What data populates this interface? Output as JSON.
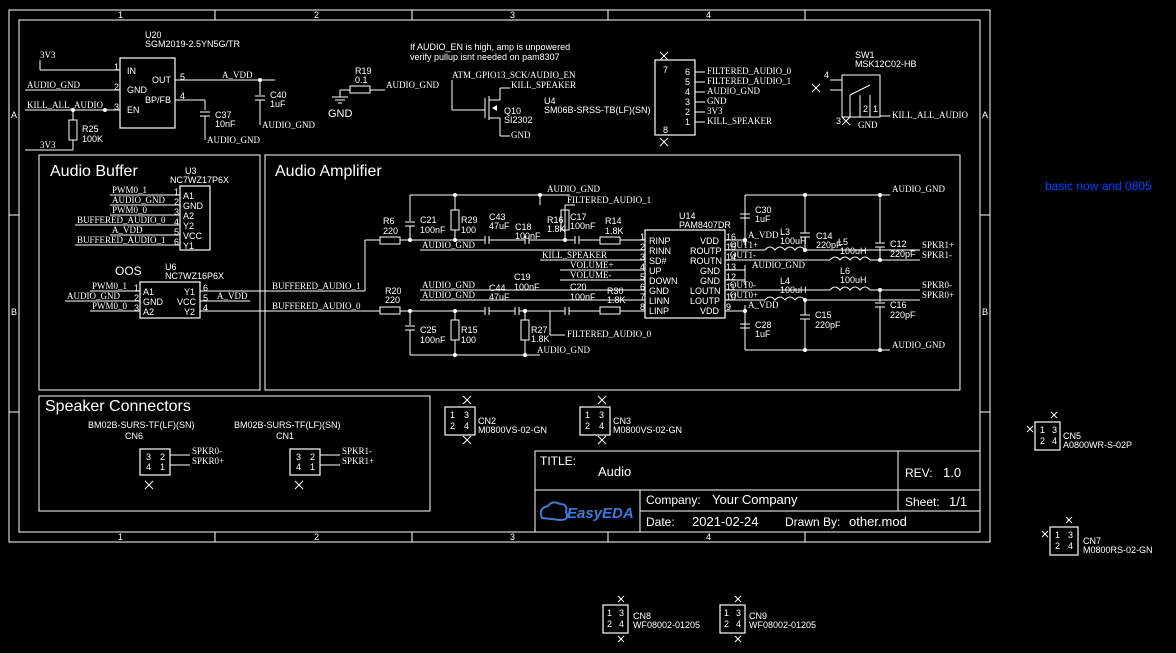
{
  "border": {
    "cols": [
      "1",
      "2",
      "3",
      "4"
    ],
    "rows": [
      "A",
      "B"
    ]
  },
  "notes": {
    "side_note": "basic now and 0805",
    "enable_note_1": "If AUDIO_EN is high, amp is unpowered",
    "enable_note_2": "verify pullup isnt needed on pam8307"
  },
  "sections": {
    "audio_buffer": "Audio Buffer",
    "audio_amplifier": "Audio Amplifier",
    "speaker_connectors": "Speaker Connectors"
  },
  "title_block": {
    "title_label": "TITLE:",
    "title": "Audio",
    "rev_label": "REV:",
    "rev": "1.0",
    "company_label": "Company:",
    "company": "Your Company",
    "sheet_label": "Sheet:",
    "sheet": "1/1",
    "date_label": "Date:",
    "date": "2021-02-24",
    "drawn_label": "Drawn By:",
    "drawn_by": "other.mod",
    "logo": "EasyEDA"
  },
  "u20": {
    "ref": "U20",
    "part": "SGM2019-2.5YN5G/TR",
    "pins": [
      "IN",
      "GND",
      "EN",
      "OUT",
      "BP/FB"
    ],
    "nums": [
      "1",
      "2",
      "3",
      "5",
      "4"
    ],
    "net_3v3": "3V3",
    "net_gnd": "AUDIO_GND",
    "net_kill": "KILL_ALL_AUDIO",
    "net_avdd": "A_VDD",
    "r25": "R25",
    "r25v": "100K",
    "c37": "C37",
    "c37v": "10nF",
    "c40": "C40",
    "c40v": "1uF",
    "gnd_c37": "AUDIO_GND",
    "gnd_c40": "AUDIO_GND",
    "net_3v3_b": "3V3"
  },
  "r19": {
    "ref": "R19",
    "val": "0.1",
    "net": "AUDIO_GND",
    "gnd": "GND"
  },
  "q10": {
    "ref": "Q10",
    "part": "SI2302",
    "gate": "ATM_GPIO13_SCK/AUDIO_EN",
    "drain": "KILL_SPEAKER",
    "src": "GND"
  },
  "u4": {
    "ref": "U4",
    "part": "SM06B-SRSS-TB(LF)(SN)",
    "pins": [
      "6",
      "5",
      "4",
      "3",
      "2",
      "1"
    ],
    "nets": [
      "FILTERED_AUDIO_0",
      "FILTERED_AUDIO_1",
      "AUDIO_GND",
      "GND",
      "3V3",
      "KILL_SPEAKER"
    ],
    "m7": "7",
    "m8": "8"
  },
  "sw1": {
    "ref": "SW1",
    "part": "MSK12C02-HB",
    "gnd": "GND",
    "net": "KILL_ALL_AUDIO",
    "p4": "4",
    "p3": "3",
    "p2": "2",
    "p1": "1"
  },
  "u3": {
    "ref": "U3",
    "part": "NC7WZ17P6X",
    "pins": [
      "A1",
      "GND",
      "A2",
      "Y2",
      "VCC",
      "Y1"
    ],
    "nums": [
      "1",
      "2",
      "3",
      "4",
      "5",
      "6"
    ],
    "nets": [
      "PWM0_1",
      "AUDIO_GND",
      "PWM0_0",
      "BUFFERED_AUDIO_0",
      "A_VDD",
      "BUFFERED_AUDIO_1"
    ]
  },
  "u6": {
    "ref": "U6",
    "part": "NC7WZ16P6X",
    "oos": "OOS",
    "pins": [
      "A1",
      "GND",
      "A2",
      "Y1",
      "VCC",
      "Y2"
    ],
    "nums": [
      "1",
      "2",
      "3",
      "6",
      "5",
      "4"
    ],
    "nets": [
      "PWM0_1",
      "AUDIO_GND",
      "PWM0_0",
      "A_VDD"
    ]
  },
  "amp": {
    "u14": "U14",
    "part": "PAM8407DR",
    "lpins": [
      "RINP",
      "RINN",
      "SD#",
      "UP",
      "DOWN",
      "GND",
      "LINN",
      "LINP"
    ],
    "lnums": [
      "1",
      "2",
      "3",
      "4",
      "5",
      "6",
      "7",
      "8"
    ],
    "rpins": [
      "VDD",
      "ROUTP",
      "ROUTN",
      "GND",
      "GND",
      "LOUTN",
      "LOUTP",
      "VDD"
    ],
    "rnums": [
      "16",
      "15",
      "14",
      "13",
      "12",
      "11",
      "10",
      "9"
    ],
    "buf1": "BUFFERED_AUDIO_1",
    "buf0": "BUFFERED_AUDIO_0",
    "r6": "R6",
    "r6v": "220",
    "r20": "R20",
    "r20v": "220",
    "c21": "C21",
    "c21v": "100nF",
    "c25": "C25",
    "c25v": "100nF",
    "r29": "R29",
    "r29v": "100",
    "r15": "R15",
    "r15v": "100",
    "c43": "C43",
    "c43v": "47uF",
    "c44": "C44",
    "c44v": "47uF",
    "c18": "C18",
    "c18v": "100nF",
    "c19": "C19",
    "c19v": "100nF",
    "r16": "R16",
    "r16v": "1.8K",
    "r27": "R27",
    "r27v": "1.8K",
    "c17": "C17",
    "c17v": "100nF",
    "c20": "C20",
    "c20v": "100nF",
    "r14": "R14",
    "r14v": "1.8K",
    "r30": "R30",
    "r30v": "1.8K",
    "agnd": "AUDIO_GND",
    "fa1": "FILTERED_AUDIO_1",
    "fa0": "FILTERED_AUDIO_0",
    "kill": "KILL_SPEAKER",
    "volp": "VOLUME+",
    "volm": "VOLUME-",
    "c30": "C30",
    "c30v": "1uF",
    "avdd": "A_VDD",
    "out1p": "OUT1+",
    "out1m": "OUT1-",
    "l3": "L3",
    "l3v": "100uH",
    "l5": "L5",
    "l5v": "100uH",
    "c14": "C14",
    "c14v": "220pF",
    "c12": "C12",
    "c12v": "220pF",
    "spkr1p": "SPKR1+",
    "spkr1m": "SPKR1-",
    "out0m": "OUT0-",
    "out0p": "OUT0+",
    "l4": "L4",
    "l4v": "100uH",
    "l6": "L6",
    "l6v": "100uH",
    "c15": "C15",
    "c15v": "220pF",
    "c16": "C16",
    "c16v": "220pF",
    "spkr0m": "SPKR0-",
    "spkr0p": "SPKR0+",
    "c28": "C28",
    "c28v": "1uF",
    "avdd2": "A_VDD"
  },
  "connectors": {
    "cn6_part": "BM02B-SURS-TF(LF)(SN)",
    "cn6": "CN6",
    "spkr0m": "SPKR0-",
    "spkr0p": "SPKR0+",
    "cn1_part": "BM02B-SURS-TF(LF)(SN)",
    "cn1": "CN1",
    "spkr1m": "SPKR1-",
    "spkr1p": "SPKR1+",
    "cn2": "CN2",
    "cn2_part": "M0800VS-02-GN",
    "cn3": "CN3",
    "cn3_part": "M0800VS-02-GN",
    "cn5": "CN5",
    "cn5_part": "A0800WR-S-02P",
    "cn7": "CN7",
    "cn7_part": "M0800RS-02-GN",
    "cn8": "CN8",
    "cn8_part": "WF08002-01205",
    "cn9": "CN9",
    "cn9_part": "WF08002-01205",
    "p1": "1",
    "p2": "2",
    "p3": "3",
    "p4": "4"
  }
}
